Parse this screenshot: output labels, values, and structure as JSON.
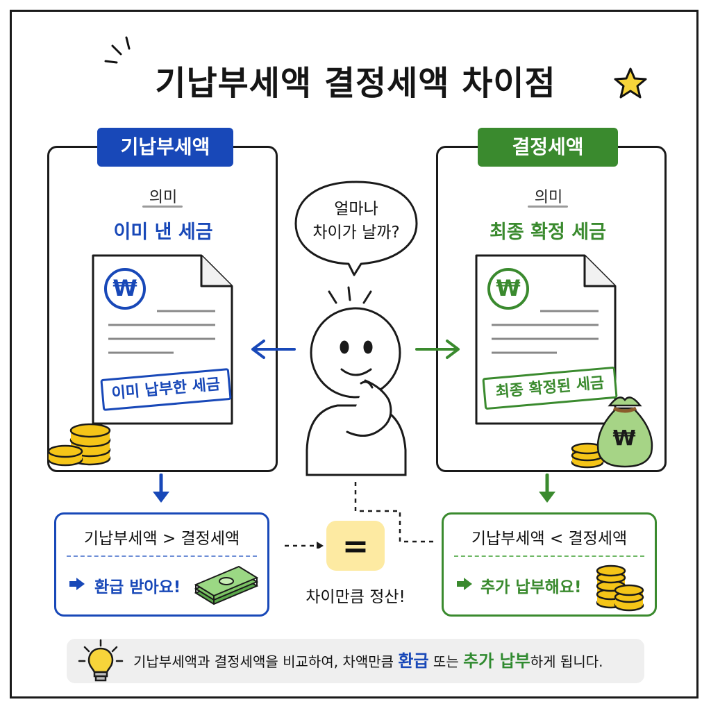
{
  "title": "기납부세액 결정세액 차이점",
  "colors": {
    "blue": "#1848b8",
    "green": "#3a8a2e",
    "coin": "#f5c518",
    "bubble_bg": "#ffffff",
    "eq_bg": "#fdeaa2"
  },
  "left_card": {
    "tag": "기납부세액",
    "meaning_label": "의미",
    "meaning_value": "이미 낸 세금",
    "doc_symbol": "₩",
    "stamp": "이미 납부한 세금",
    "icons": [
      "document-icon",
      "coins-icon"
    ]
  },
  "right_card": {
    "tag": "결정세액",
    "meaning_label": "의미",
    "meaning_value": "최종 확정 세금",
    "doc_symbol": "₩",
    "stamp": "최종 확정된 세금",
    "bag_symbol": "₩",
    "icons": [
      "document-icon",
      "money-bag-icon",
      "coins-icon"
    ]
  },
  "center": {
    "bubble_line1": "얼마나",
    "bubble_line2": "차이가 날까?",
    "equals": "=",
    "settle": "차이만큼 정산!"
  },
  "left_result": {
    "comparison": "기납부세액 > 결정세액",
    "action": "환급 받아요!",
    "icons": [
      "arrow-right-icon",
      "cash-stack-icon"
    ]
  },
  "right_result": {
    "comparison": "기납부세액 < 결정세액",
    "action": "추가 납부해요!",
    "icons": [
      "arrow-right-icon",
      "coins-icon"
    ]
  },
  "note": {
    "part1": "기납부세액과 결정세액을 비교하여, 차액만큼 ",
    "highlight1": "환급",
    "part2": " 또는 ",
    "highlight2": "추가 납부",
    "part3": "하게 됩니다.",
    "icon": "lightbulb-icon"
  }
}
